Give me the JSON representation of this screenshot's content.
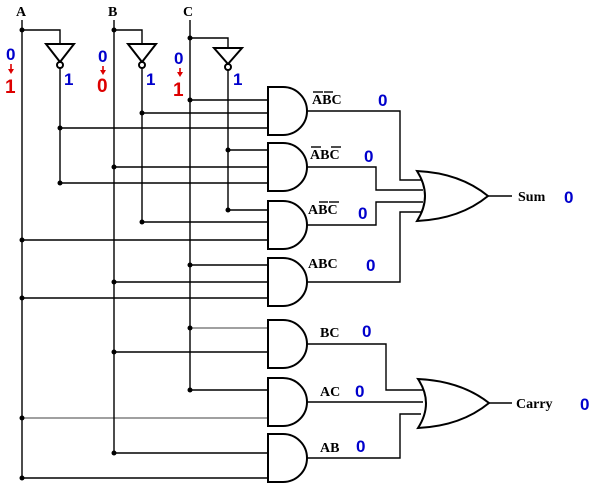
{
  "inputs": [
    {
      "label": "A",
      "old_value": "0",
      "new_value": "1",
      "inverted_value": "1"
    },
    {
      "label": "B",
      "old_value": "0",
      "new_value": "0",
      "inverted_value": "1"
    },
    {
      "label": "C",
      "old_value": "0",
      "new_value": "1",
      "inverted_value": "1"
    }
  ],
  "and_gates": [
    {
      "term_parts": [
        [
          "A",
          true
        ],
        [
          "B",
          true
        ],
        [
          "C",
          false
        ]
      ],
      "value": "0"
    },
    {
      "term_parts": [
        [
          "A",
          true
        ],
        [
          "B",
          false
        ],
        [
          "C",
          true
        ]
      ],
      "value": "0"
    },
    {
      "term_parts": [
        [
          "A",
          false
        ],
        [
          "B",
          true
        ],
        [
          "C",
          true
        ]
      ],
      "value": "0"
    },
    {
      "term_parts": [
        [
          "A",
          false
        ],
        [
          "B",
          false
        ],
        [
          "C",
          false
        ]
      ],
      "value": "0"
    },
    {
      "term_parts": [
        [
          "B",
          false
        ],
        [
          "C",
          false
        ]
      ],
      "value": "0"
    },
    {
      "term_parts": [
        [
          "A",
          false
        ],
        [
          "C",
          false
        ]
      ],
      "value": "0"
    },
    {
      "term_parts": [
        [
          "A",
          false
        ],
        [
          "B",
          false
        ]
      ],
      "value": "0"
    }
  ],
  "outputs": {
    "sum": {
      "label": "Sum",
      "value": "0"
    },
    "carry": {
      "label": "Carry",
      "value": "0"
    }
  },
  "colors": {
    "value_color": "#0000cc",
    "changed_color": "#dd0000",
    "line_color": "#000000"
  }
}
